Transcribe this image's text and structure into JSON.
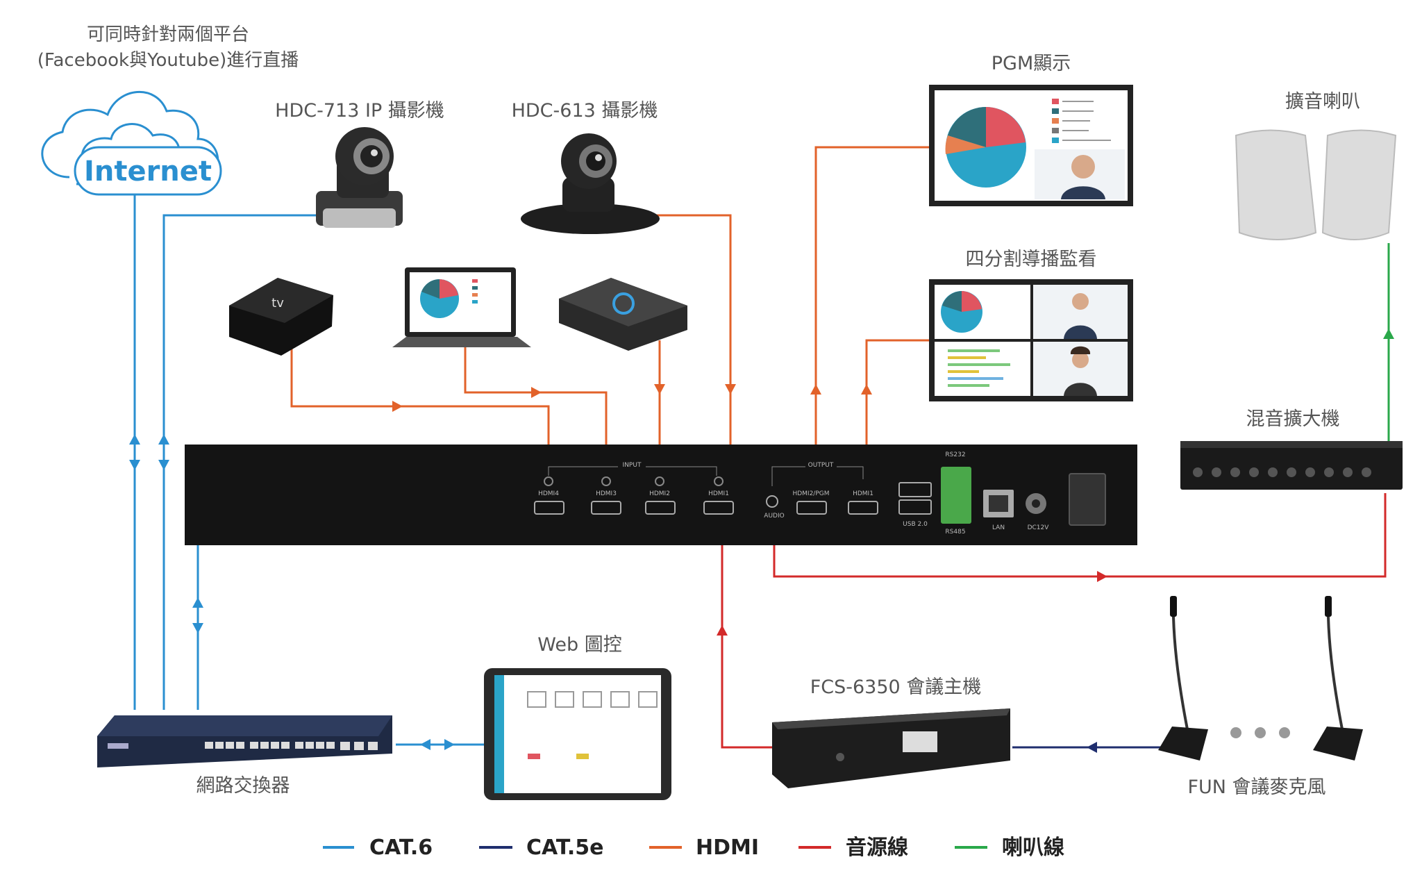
{
  "cloud": {
    "caption_line1": "可同時針對兩個平台",
    "caption_line2": "(Facebook與Youtube)進行直播",
    "label": "Internet"
  },
  "devices": {
    "ip_camera": "HDC-713 IP 攝影機",
    "camera_613": "HDC-613 攝影機",
    "pgm_display": "PGM顯示",
    "quad_monitor": "四分割導播監看",
    "speakers": "擴音喇叭",
    "mixer_amp": "混音擴大機",
    "web_control": "Web 圖控",
    "conference_host": "FCS-6350 會議主機",
    "network_switch": "網路交換器",
    "microphones": "FUN 會議麥克風"
  },
  "switcher": {
    "input_group": "INPUT",
    "output_group": "OUTPUT",
    "ports": {
      "hdmi4": "HDMI4",
      "hdmi3": "HDMI3",
      "hdmi2": "HDMI2",
      "hdmi1_in": "HDMI1",
      "audio": "AUDIO",
      "hdmi2_pgm": "HDMI2/PGM",
      "hdmi1_out": "HDMI1",
      "usb": "USB 2.0",
      "rs232": "RS232",
      "rs485": "RS485",
      "lan": "LAN",
      "dc": "DC12V"
    }
  },
  "legend": [
    {
      "label": "CAT.6",
      "color": "#2a8fd0"
    },
    {
      "label": "CAT.5e",
      "color": "#1f2e6e"
    },
    {
      "label": "HDMI",
      "color": "#e2622a"
    },
    {
      "label": "音源線",
      "color": "#d32a2a"
    },
    {
      "label": "喇叭線",
      "color": "#2aa84a"
    }
  ],
  "colors": {
    "cat6": "#2a8fd0",
    "cat5e": "#1f2e6e",
    "hdmi": "#e2622a",
    "audio": "#d32a2a",
    "speaker": "#2aa84a"
  }
}
